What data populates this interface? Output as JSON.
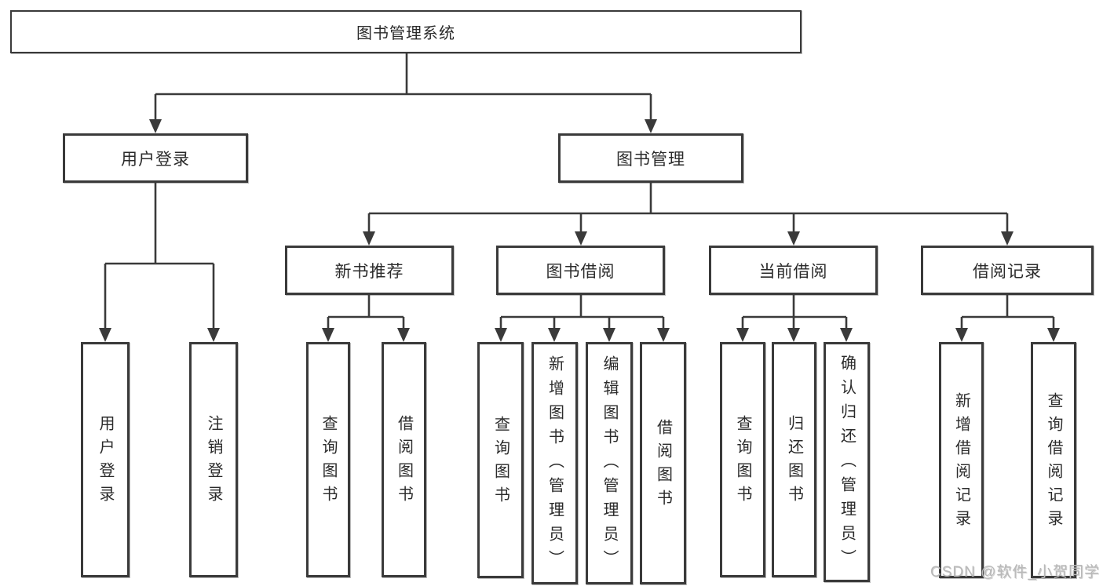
{
  "diagram": {
    "type": "hierarchy-tree",
    "watermark": "CSDN @软件_小贺同学",
    "colors": {
      "line": "#3a3a3a",
      "box_border": "#3a3a3a",
      "box_bg": "#ffffff",
      "text": "#2b2b2b",
      "watermark": "#b9b9b9"
    },
    "tree": {
      "label": "图书管理系统",
      "children": [
        {
          "label": "用户登录",
          "children": [
            {
              "label": "用户登录"
            },
            {
              "label": "注销登录"
            }
          ]
        },
        {
          "label": "图书管理",
          "children": [
            {
              "label": "新书推荐",
              "children": [
                {
                  "label": "查询图书"
                },
                {
                  "label": "借阅图书"
                }
              ]
            },
            {
              "label": "图书借阅",
              "children": [
                {
                  "label": "查询图书"
                },
                {
                  "label": "新增图书（管理员）"
                },
                {
                  "label": "编辑图书（管理员）"
                },
                {
                  "label": "借阅图书"
                }
              ]
            },
            {
              "label": "当前借阅",
              "children": [
                {
                  "label": "查询图书"
                },
                {
                  "label": "归还图书"
                },
                {
                  "label": "确认归还（管理员）"
                }
              ]
            },
            {
              "label": "借阅记录",
              "children": [
                {
                  "label": "新增借阅记录"
                },
                {
                  "label": "查询借阅记录"
                }
              ]
            }
          ]
        }
      ]
    }
  }
}
